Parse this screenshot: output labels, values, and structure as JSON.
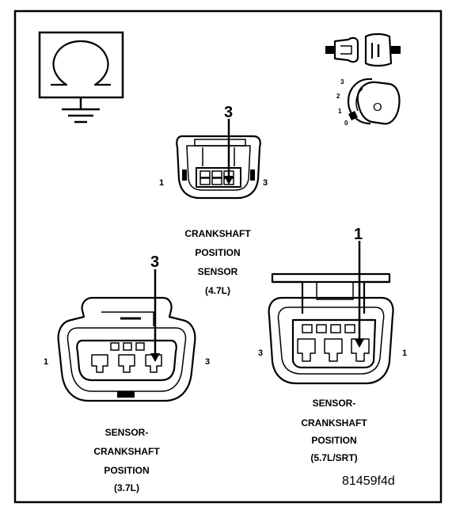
{
  "figure_id": "81459f4d",
  "icons": {
    "ohmmeter": "ohm-ground-icon",
    "connector": "disconnected-connector-icon",
    "ignition": "ignition-key-off-icon"
  },
  "ignition": {
    "key_label": "O",
    "positions": [
      "3",
      "2",
      "1",
      "0"
    ]
  },
  "connectors": {
    "c47": {
      "caption": [
        "CRANKSHAFT",
        "POSITION",
        "SENSOR",
        "(4.7L)"
      ],
      "pin_left": "1",
      "pin_right": "3",
      "probe_pin": "3"
    },
    "c37": {
      "caption": [
        "SENSOR-",
        "CRANKSHAFT",
        "POSITION",
        "(3.7L)"
      ],
      "pin_left": "1",
      "pin_right": "3",
      "probe_pin": "3"
    },
    "c57": {
      "caption": [
        "SENSOR-",
        "CRANKSHAFT",
        "POSITION",
        "(5.7L/SRT)"
      ],
      "pin_left": "3",
      "pin_right": "1",
      "probe_pin": "1"
    }
  }
}
